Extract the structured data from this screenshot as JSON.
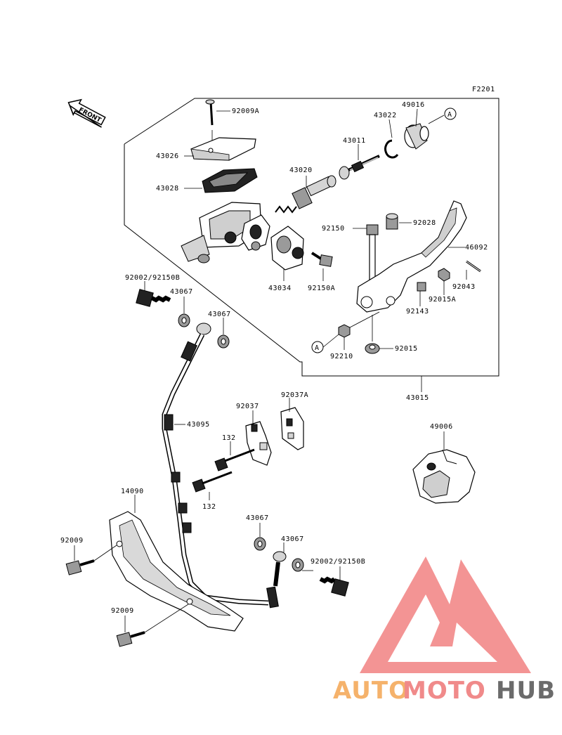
{
  "ref_code": "F2201",
  "front_label": "FRONT",
  "callout_a": "A",
  "parts": {
    "p92009A": "92009A",
    "p43026": "43026",
    "p43028": "43028",
    "p43020": "43020",
    "p43011": "43011",
    "p43022": "43022",
    "p49016": "49016",
    "p92150": "92150",
    "p92028": "92028",
    "p46092": "46092",
    "p43034": "43034",
    "p92150A": "92150A",
    "p92043": "92043",
    "p92015A": "92015A",
    "p92143": "92143",
    "p92210": "92210",
    "p92015": "92015",
    "p43015": "43015",
    "p92002_top": "92002/92150B",
    "p43067_a": "43067",
    "p43067_b": "43067",
    "p43095": "43095",
    "p92037": "92037",
    "p92037A": "92037A",
    "p49006": "49006",
    "p132_a": "132",
    "p132_b": "132",
    "p14090": "14090",
    "p43067_c": "43067",
    "p43067_d": "43067",
    "p92002_bot": "92002/92150B",
    "p92009_a": "92009",
    "p92009_b": "92009"
  },
  "watermark": {
    "text_auto": "AUTO",
    "text_moto": "MOTO",
    "text_hub": "HUB",
    "color_auto": "#f5b26b",
    "color_moto": "#f08a8a",
    "color_hub": "#6b6b6b",
    "color_logo": "#f28b8b"
  }
}
